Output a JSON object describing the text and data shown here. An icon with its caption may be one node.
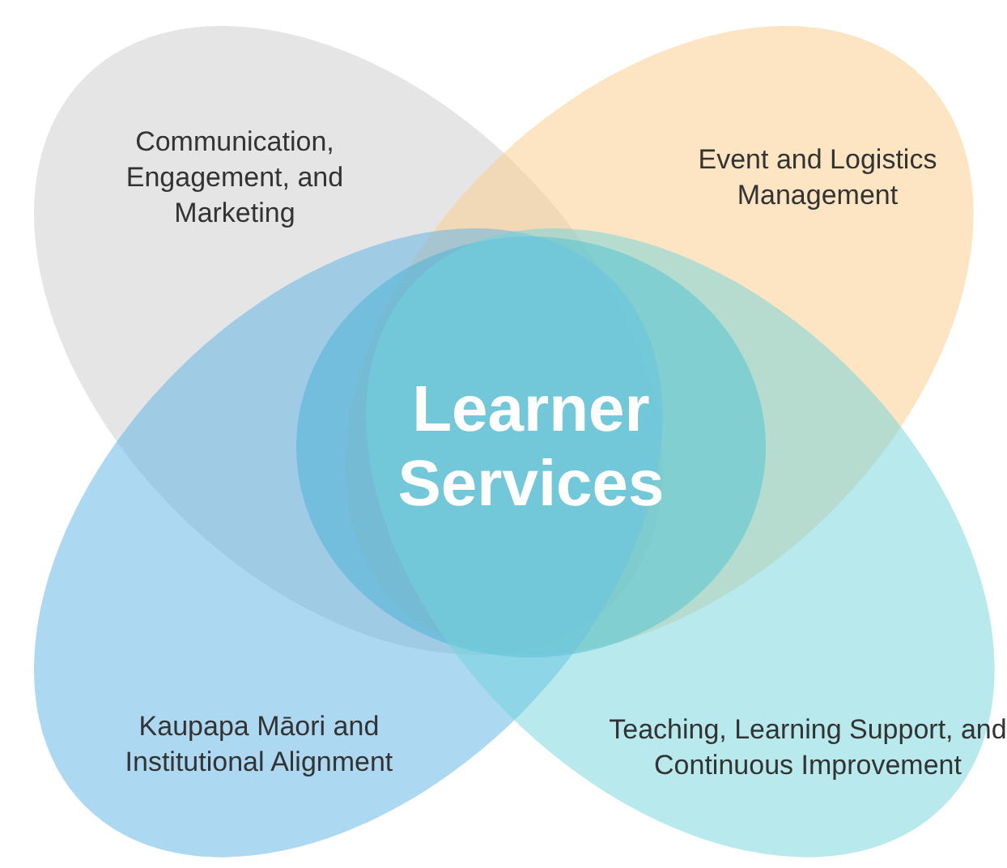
{
  "diagram": {
    "nodes": [
      {
        "text": [
          "Communication, Engagement, and Marketing"
        ]
      },
      {
        "text": [
          "Event and Logistics Management"
        ]
      },
      {
        "text": [
          "Learner Services"
        ]
      },
      {
        "text": [
          "Kaupapa Māori and Institutional Alignment"
        ]
      },
      {
        "text": [
          "Teaching, Learning Support, and Continuous Improvement"
        ]
      }
    ],
    "edges": []
  }
}
